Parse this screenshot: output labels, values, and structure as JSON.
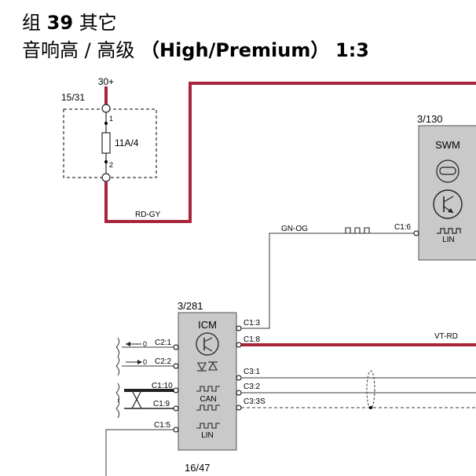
{
  "header": {
    "line1_prefix": "组",
    "line1_number": "39",
    "line1_suffix": "其它",
    "line2_main": "音响高 / 高级",
    "line2_variant": "（High/Premium）",
    "line2_scale": "1:3"
  },
  "colors": {
    "wire_red": "#a8243a",
    "module_fill": "#c9c9c9",
    "line": "#3a3a3a"
  },
  "power": {
    "label": "30+"
  },
  "fuse_box": {
    "ref": "15/31",
    "fuse_rating": "11A/4",
    "pin_top": "1",
    "pin_bottom": "2"
  },
  "wires": {
    "power_feed": "RD-GY",
    "lin_signal": "GN-OG",
    "icm_output": "VT-RD"
  },
  "swm": {
    "ref": "3/130",
    "name": "SWM",
    "pin": "C1:6",
    "lin_label": "LIN"
  },
  "icm": {
    "ref": "3/281",
    "name": "ICM",
    "can_label": "CAN",
    "lin_label": "LIN",
    "pins_left": [
      "C2:1",
      "C2:2",
      "C1:10",
      "C1:9",
      "C1:5"
    ],
    "pins_right": [
      "C1:3",
      "C1:8",
      "C3:1",
      "C3:2",
      "C3:3S"
    ],
    "io_in_value": "0",
    "io_out_value": "0"
  },
  "bottom_ref": "16/47"
}
